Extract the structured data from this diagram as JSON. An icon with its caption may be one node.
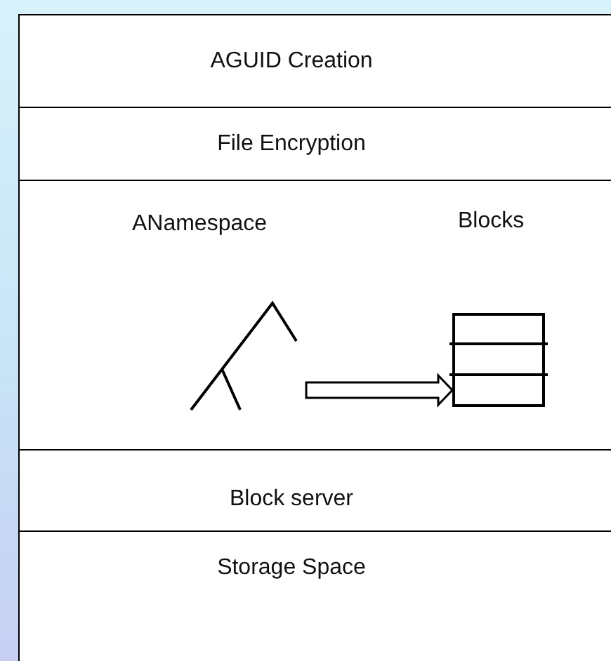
{
  "diagram": {
    "nodes": [
      {
        "text": [
          "AGUID Creation"
        ]
      },
      {
        "text": [
          "File Encryption"
        ]
      },
      {
        "text": [],
        "shape": "box"
      },
      {
        "text": [
          "ANamespace"
        ],
        "in": 2
      },
      {
        "text": [],
        "shape": "box",
        "in": 2
      },
      {
        "text": [
          "Block server"
        ]
      },
      {
        "text": [
          "Storage Space"
        ]
      }
    ],
    "edges": [
      {
        "from": 3,
        "to": 4,
        "arrow": "to"
      }
    ],
    "labels": [
      "Blocks"
    ]
  }
}
